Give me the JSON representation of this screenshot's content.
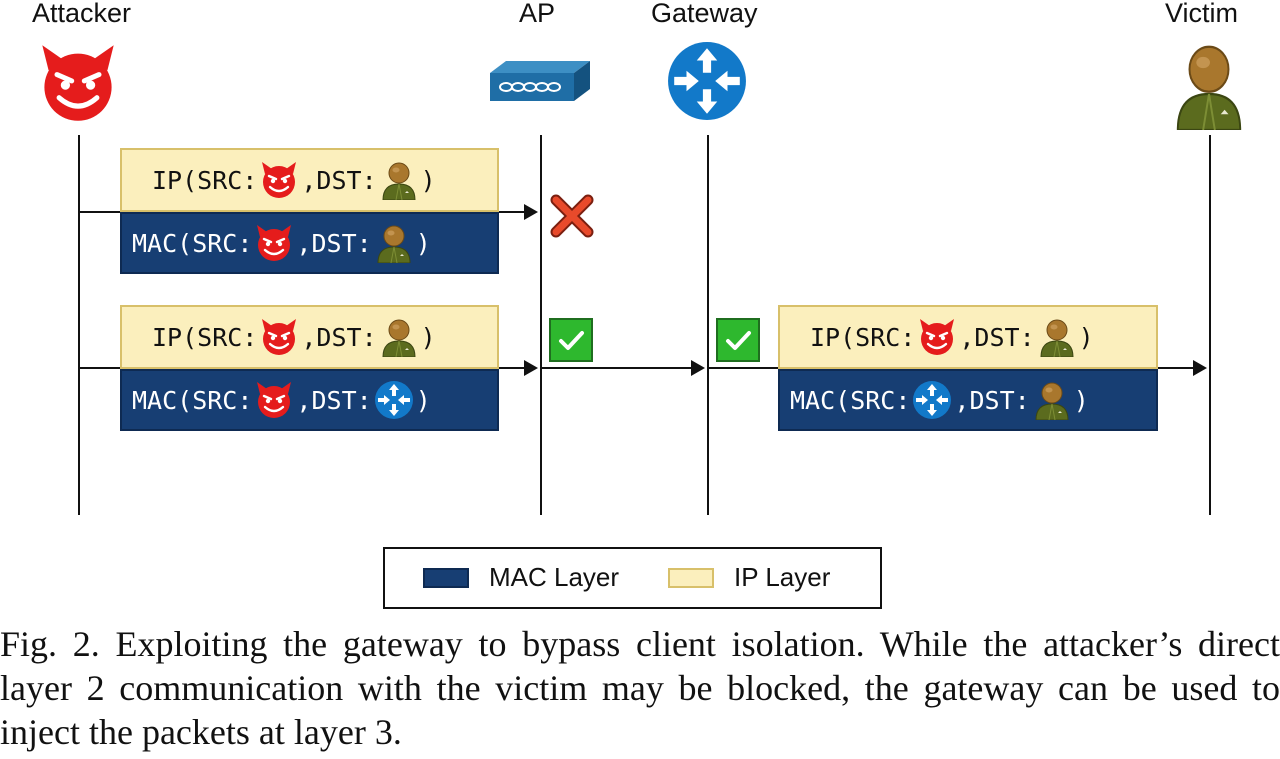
{
  "entities": [
    {
      "id": "attacker",
      "label": "Attacker",
      "icon": "devil-icon"
    },
    {
      "id": "ap",
      "label": "AP",
      "icon": "access-point-icon"
    },
    {
      "id": "gateway",
      "label": "Gateway",
      "icon": "router-icon"
    },
    {
      "id": "victim",
      "label": "Victim",
      "icon": "user-icon"
    }
  ],
  "packets": {
    "blocked": {
      "ip": {
        "prefix": "IP(SRC:",
        "mid": ",DST:",
        "suffix": ")",
        "src": "devil-icon",
        "dst": "user-icon"
      },
      "mac": {
        "prefix": "MAC(SRC:",
        "mid": ",DST:",
        "suffix": ")",
        "src": "devil-icon",
        "dst": "user-icon"
      },
      "status": "cross-icon"
    },
    "via_gateway": {
      "ip": {
        "prefix": "IP(SRC:",
        "mid": ",DST:",
        "suffix": ")",
        "src": "devil-icon",
        "dst": "user-icon"
      },
      "mac": {
        "prefix": "MAC(SRC:",
        "mid": ",DST:",
        "suffix": ")",
        "src": "devil-icon",
        "dst": "router-icon"
      },
      "status": "check-icon"
    },
    "forwarded": {
      "ip": {
        "prefix": "IP(SRC:",
        "mid": ",DST:",
        "suffix": ")",
        "src": "devil-icon",
        "dst": "user-icon"
      },
      "mac": {
        "prefix": "MAC(SRC:",
        "mid": ",DST:",
        "suffix": ")",
        "src": "router-icon",
        "dst": "user-icon"
      },
      "status": "check-icon"
    }
  },
  "legend": {
    "mac_label": "MAC Layer",
    "ip_label": "IP Layer"
  },
  "colors": {
    "mac_layer": "#173e73",
    "ip_layer": "#fbefbd",
    "attacker": "#e51c1c",
    "victim": "#5b6b1e",
    "gateway": "#1279c9",
    "check": "#2eb82e",
    "cross": "#e84a2b"
  },
  "caption": "Fig. 2.  Exploiting the gateway to bypass client isolation. While the attacker’s direct layer 2 communication with the victim may be blocked, the gateway can be used to inject the packets at layer 3."
}
